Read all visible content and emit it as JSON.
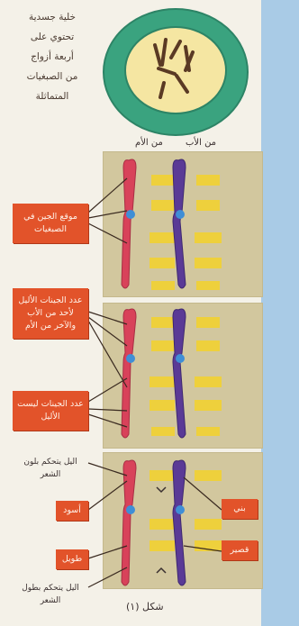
{
  "top_text": [
    "خلية جسدية",
    "تحتوي على",
    "أربعة أزواج",
    "من الصبغيات",
    "المتماثلة"
  ],
  "headers": {
    "mother": "من الأم",
    "father": "من الأب"
  },
  "labels": {
    "gene_locus": "موقع الجين في الصبغيات",
    "alleles_diff": "عدد الجينات الأليل لأحد من الأب والآخر من الأم",
    "alleles_same": "عدد الجينات ليست الأليل",
    "color_gene": "اليل يتحكم بلون الشعر",
    "hair_length_gene": "اليل يتحكم بطول الشعر",
    "brown": "أسود",
    "long": "طويل",
    "black": "بني",
    "short": "قصير"
  },
  "caption": "شكل (١)",
  "colors": {
    "panel": "#d2c79e",
    "red_box": "#e2532a",
    "mother_chromosome": "#d8425a",
    "father_chromosome": "#5a3a96",
    "centromere": "#3f8ed6",
    "band": "#f2d232",
    "cell_outer": "#3aa37f",
    "cell_inner": "#f5e6a2"
  },
  "icons": [
    "cell-icon",
    "chromosome-icon"
  ]
}
